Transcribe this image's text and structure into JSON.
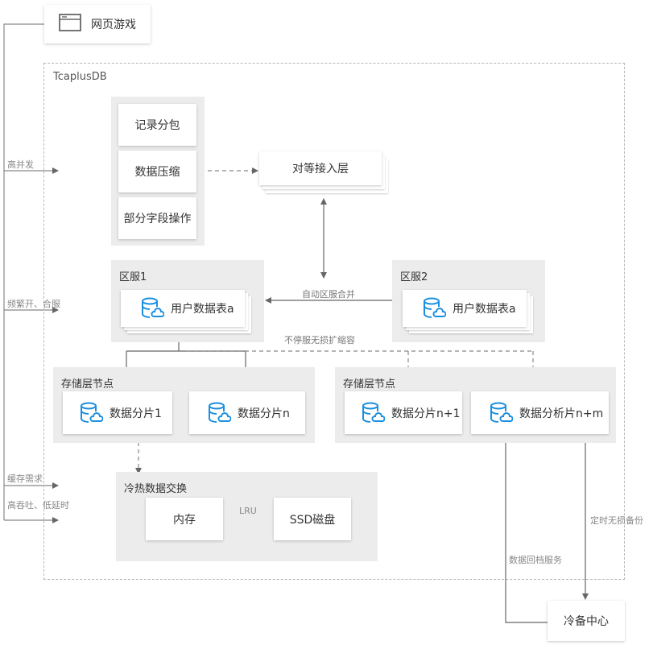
{
  "web_game": {
    "label": "网页游戏",
    "icon": "browser-window-icon"
  },
  "tcaplus": {
    "label": "TcaplusDB"
  },
  "features": {
    "items": [
      "记录分包",
      "数据压缩",
      "部分字段操作"
    ]
  },
  "access_layer": {
    "label": "对等接入层"
  },
  "zone1": {
    "title": "区服1",
    "table": "用户数据表a"
  },
  "zone2": {
    "title": "区服2",
    "table": "用户数据表a"
  },
  "merge_label": "自动区服合并",
  "scale_label": "不停服无损扩缩容",
  "storage_left": {
    "title": "存储层节点",
    "shards": [
      "数据分片1",
      "数据分片n"
    ]
  },
  "storage_right": {
    "title": "存储层节点",
    "shards": [
      "数据分片n+1",
      "数据分析片n+m"
    ]
  },
  "hotcold": {
    "title": "冷热数据交换",
    "memory": "内存",
    "lru": "LRU",
    "ssd": "SSD磁盘"
  },
  "cold_center": {
    "label": "冷备中心"
  },
  "backup_label": "定时无损备份",
  "restore_label": "数据回档服务",
  "side_labels": [
    "高并发",
    "频繁开、合服",
    "缓存需求",
    "高吞吐、低延时"
  ],
  "colors": {
    "db_icon": "#1a8fe0",
    "line": "#666666",
    "dashed_frame": "#b8b8b8",
    "panel": "#ececec"
  },
  "icons": {
    "database": "database-cloud-icon"
  }
}
